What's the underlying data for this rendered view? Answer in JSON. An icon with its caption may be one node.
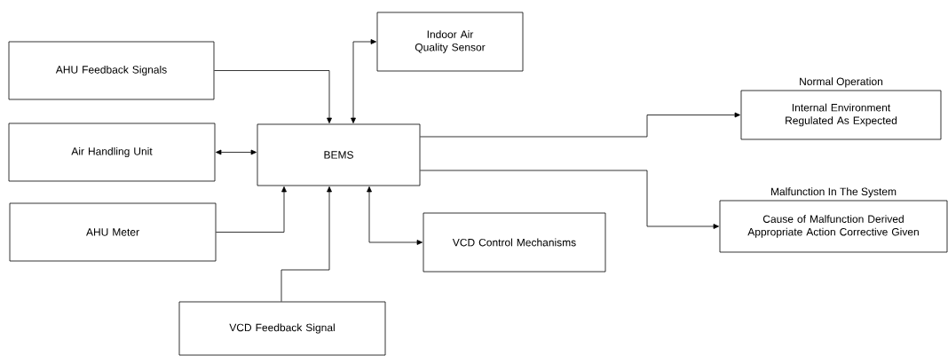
{
  "diagram": {
    "nodes": [
      {
        "text": [
          "AHU Feedback Signals"
        ]
      },
      {
        "text": [
          "Air Handling Unit"
        ]
      },
      {
        "text": [
          "AHU Meter"
        ]
      },
      {
        "text": [
          "BEMS"
        ]
      },
      {
        "text": [
          "Indoor Air Quality Sensor"
        ]
      },
      {
        "text": [
          "VCD Control Mechanisms"
        ]
      },
      {
        "text": [
          "VCD Feedback Signal"
        ]
      },
      {
        "text": [
          "Internal Environment Regulated As Expected"
        ],
        "beside": [
          "Normal Operation"
        ]
      },
      {
        "text": [
          "Cause of Malfunction Derived Appropriate Action Corrective Given"
        ],
        "beside": [
          "Malfunction In The System"
        ]
      }
    ],
    "edges": [
      {
        "from": 0,
        "to": 3,
        "arrow": "to"
      },
      {
        "from": 1,
        "to": 3,
        "arrow": "both"
      },
      {
        "from": 4,
        "to": 3,
        "arrow": "both"
      },
      {
        "from": 2,
        "to": 3,
        "arrow": "to"
      },
      {
        "from": 6,
        "to": 3,
        "arrow": "to"
      },
      {
        "from": 3,
        "to": 5,
        "arrow": "both"
      },
      {
        "from": 3,
        "to": 7,
        "arrow": "to"
      },
      {
        "from": 3,
        "to": 8,
        "arrow": "to"
      }
    ]
  }
}
